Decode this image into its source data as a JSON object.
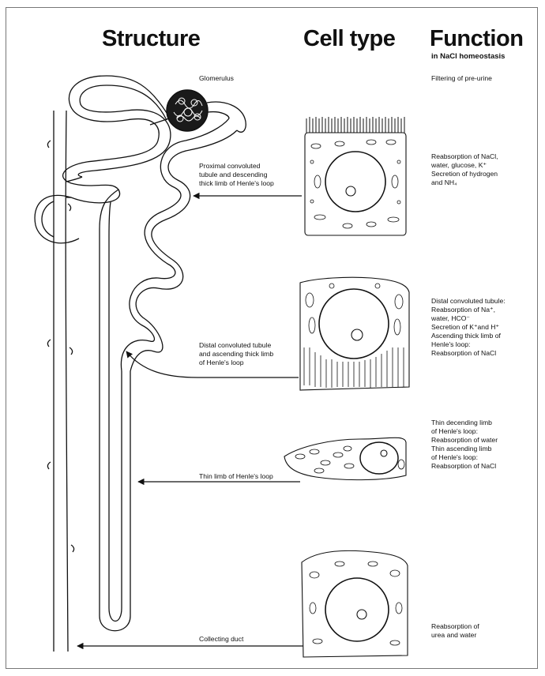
{
  "headers": {
    "structure": "Structure",
    "cell_type": "Cell type",
    "function": "Function",
    "function_sub": "in NaCl homeostasis"
  },
  "labels": {
    "glomerulus": "Glomerulus",
    "proximal": "Proximal convoluted\ntubule and descending\nthick limb of Henle's loop",
    "distal": "Distal convoluted tubule\nand ascending thick limb\nof Henle's loop",
    "thin": "Thin limb of Henle's loop",
    "collecting": "Collecting duct"
  },
  "functions": {
    "filtering": "Filtering of pre-urine",
    "proximal": "Reabsorption of NaCl,\nwater, glucose, K⁺\nSecretion of hydrogen\nand NH₄",
    "distal": "Distal convoluted tubule:\nReabsorption of Na⁺,\nwater, HCO⁻\nSecretion of K⁺and H⁺\nAscending thick limb of\nHenle's loop:\nReabsorption of NaCl",
    "thin": "Thin decending limb\nof Henle's loop:\nReabsorption of water\nThin ascending limb\nof Henle's loop:\nReabsorption of NaCl",
    "collecting": "Reabsorption of\nurea and water"
  },
  "colors": {
    "ink": "#111111",
    "frame": "#777777",
    "background": "#ffffff"
  }
}
